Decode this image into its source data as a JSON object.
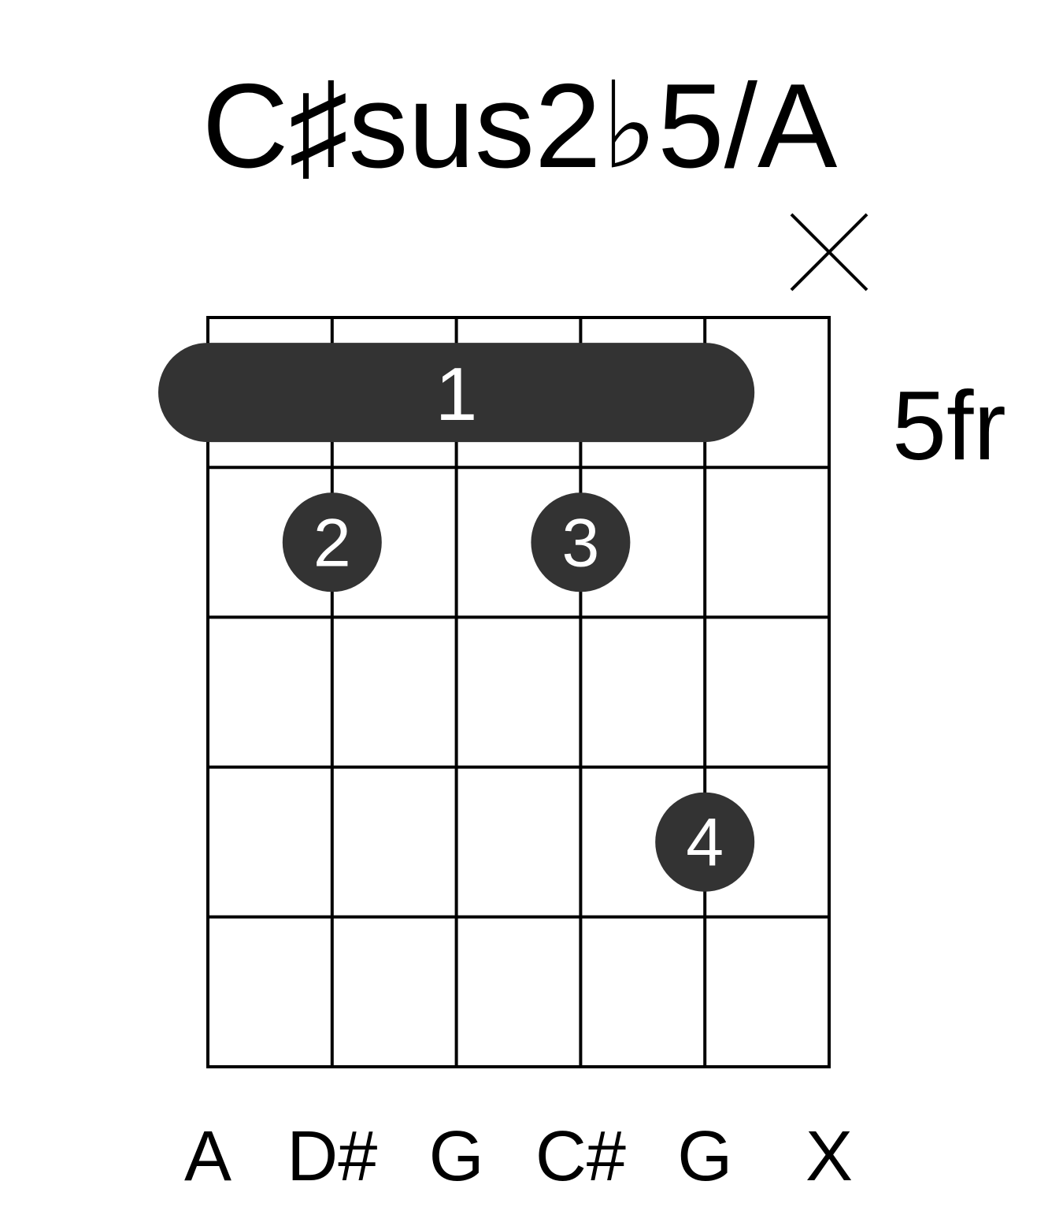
{
  "chord": {
    "name": "C♯sus2♭5/A",
    "start_fret_label": "5fr",
    "strings": [
      "A",
      "D#",
      "G",
      "C#",
      "G",
      "X"
    ],
    "muted_strings": [
      5
    ],
    "barre": {
      "fret": 1,
      "from_string": 0,
      "to_string": 4,
      "finger": "1"
    },
    "dots": [
      {
        "string": 1,
        "fret": 2,
        "finger": "2"
      },
      {
        "string": 3,
        "fret": 2,
        "finger": "3"
      },
      {
        "string": 4,
        "fret": 4,
        "finger": "4"
      }
    ],
    "num_frets_shown": 5,
    "colors": {
      "marker_fill": "#333333",
      "marker_text": "#ffffff",
      "grid": "#000000"
    }
  }
}
